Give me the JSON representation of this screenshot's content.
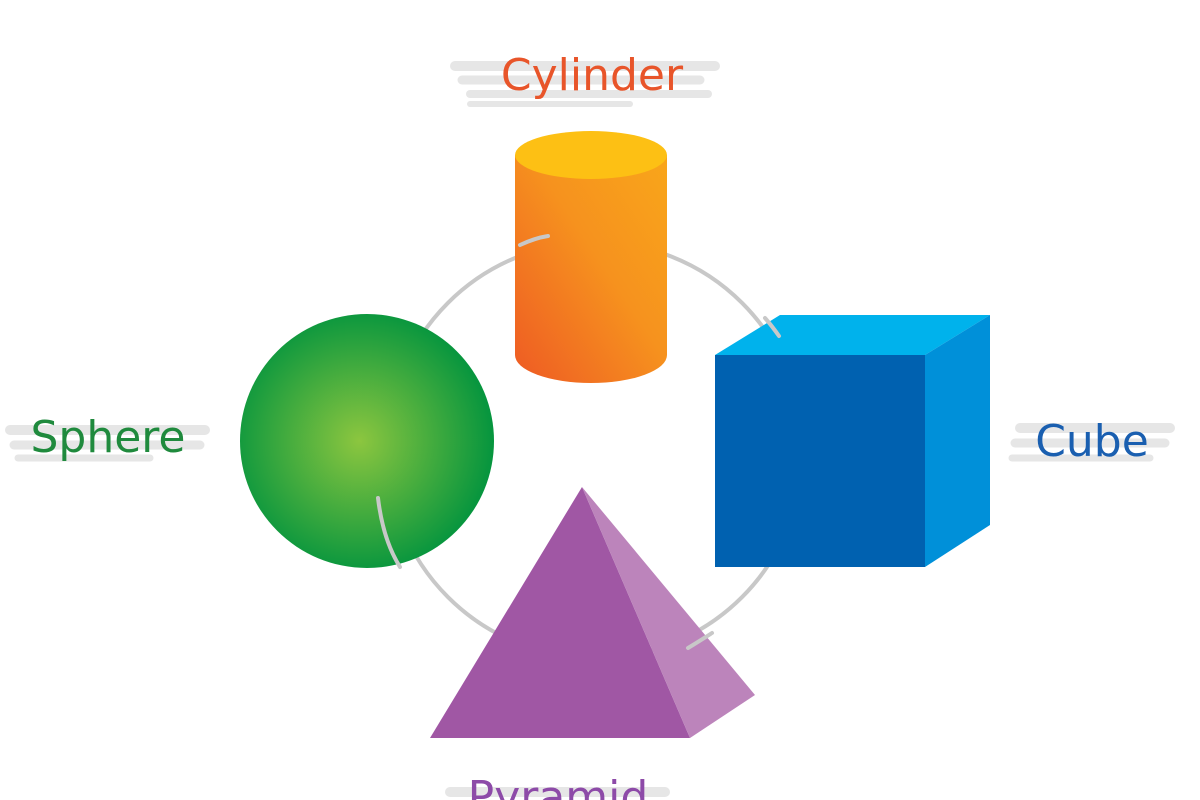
{
  "labels": {
    "cylinder": {
      "text": "Cylinder",
      "color": "#e8552a"
    },
    "sphere": {
      "text": "Sphere",
      "color": "#1f8a3d"
    },
    "cube": {
      "text": "Cube",
      "color": "#1a5fb0"
    },
    "pyramid": {
      "text": "Pyramid",
      "color": "#8d4aa8"
    }
  },
  "colors": {
    "ring": "#c8c8c8",
    "highlight": "#e6e6e6",
    "cylinder_top": "#fdc014",
    "cylinder_body_light": "#f7a21c",
    "cylinder_body_dark": "#ef5a24",
    "sphere_center": "#8cc63f",
    "sphere_edge": "#00933e",
    "cube_front": "#0061b0",
    "cube_top": "#00b2ec",
    "cube_side": "#0090d9",
    "pyramid_front": "#a057a4",
    "pyramid_side": "#bc84bb"
  }
}
